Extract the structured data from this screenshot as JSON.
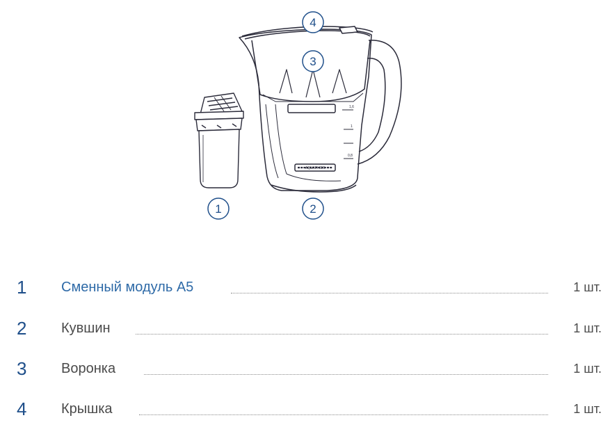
{
  "illustration": {
    "callouts": [
      "1",
      "2",
      "3",
      "4"
    ],
    "scale_marks": [
      "1,6",
      "1",
      "0,8"
    ],
    "brand_plate": "AQUAPHOR"
  },
  "parts": [
    {
      "num": "1",
      "name": "Сменный модуль А5",
      "qty": "1 шт.",
      "is_link": true
    },
    {
      "num": "2",
      "name": "Кувшин",
      "qty": "1 шт.",
      "is_link": false
    },
    {
      "num": "3",
      "name": "Воронка",
      "qty": "1 шт.",
      "is_link": false
    },
    {
      "num": "4",
      "name": "Крышка",
      "qty": "1 шт.",
      "is_link": false
    }
  ],
  "colors": {
    "accent": "#1f4f8a",
    "link": "#2e6aa7",
    "text": "#4a4a4a",
    "line": "#2b2b3a"
  }
}
